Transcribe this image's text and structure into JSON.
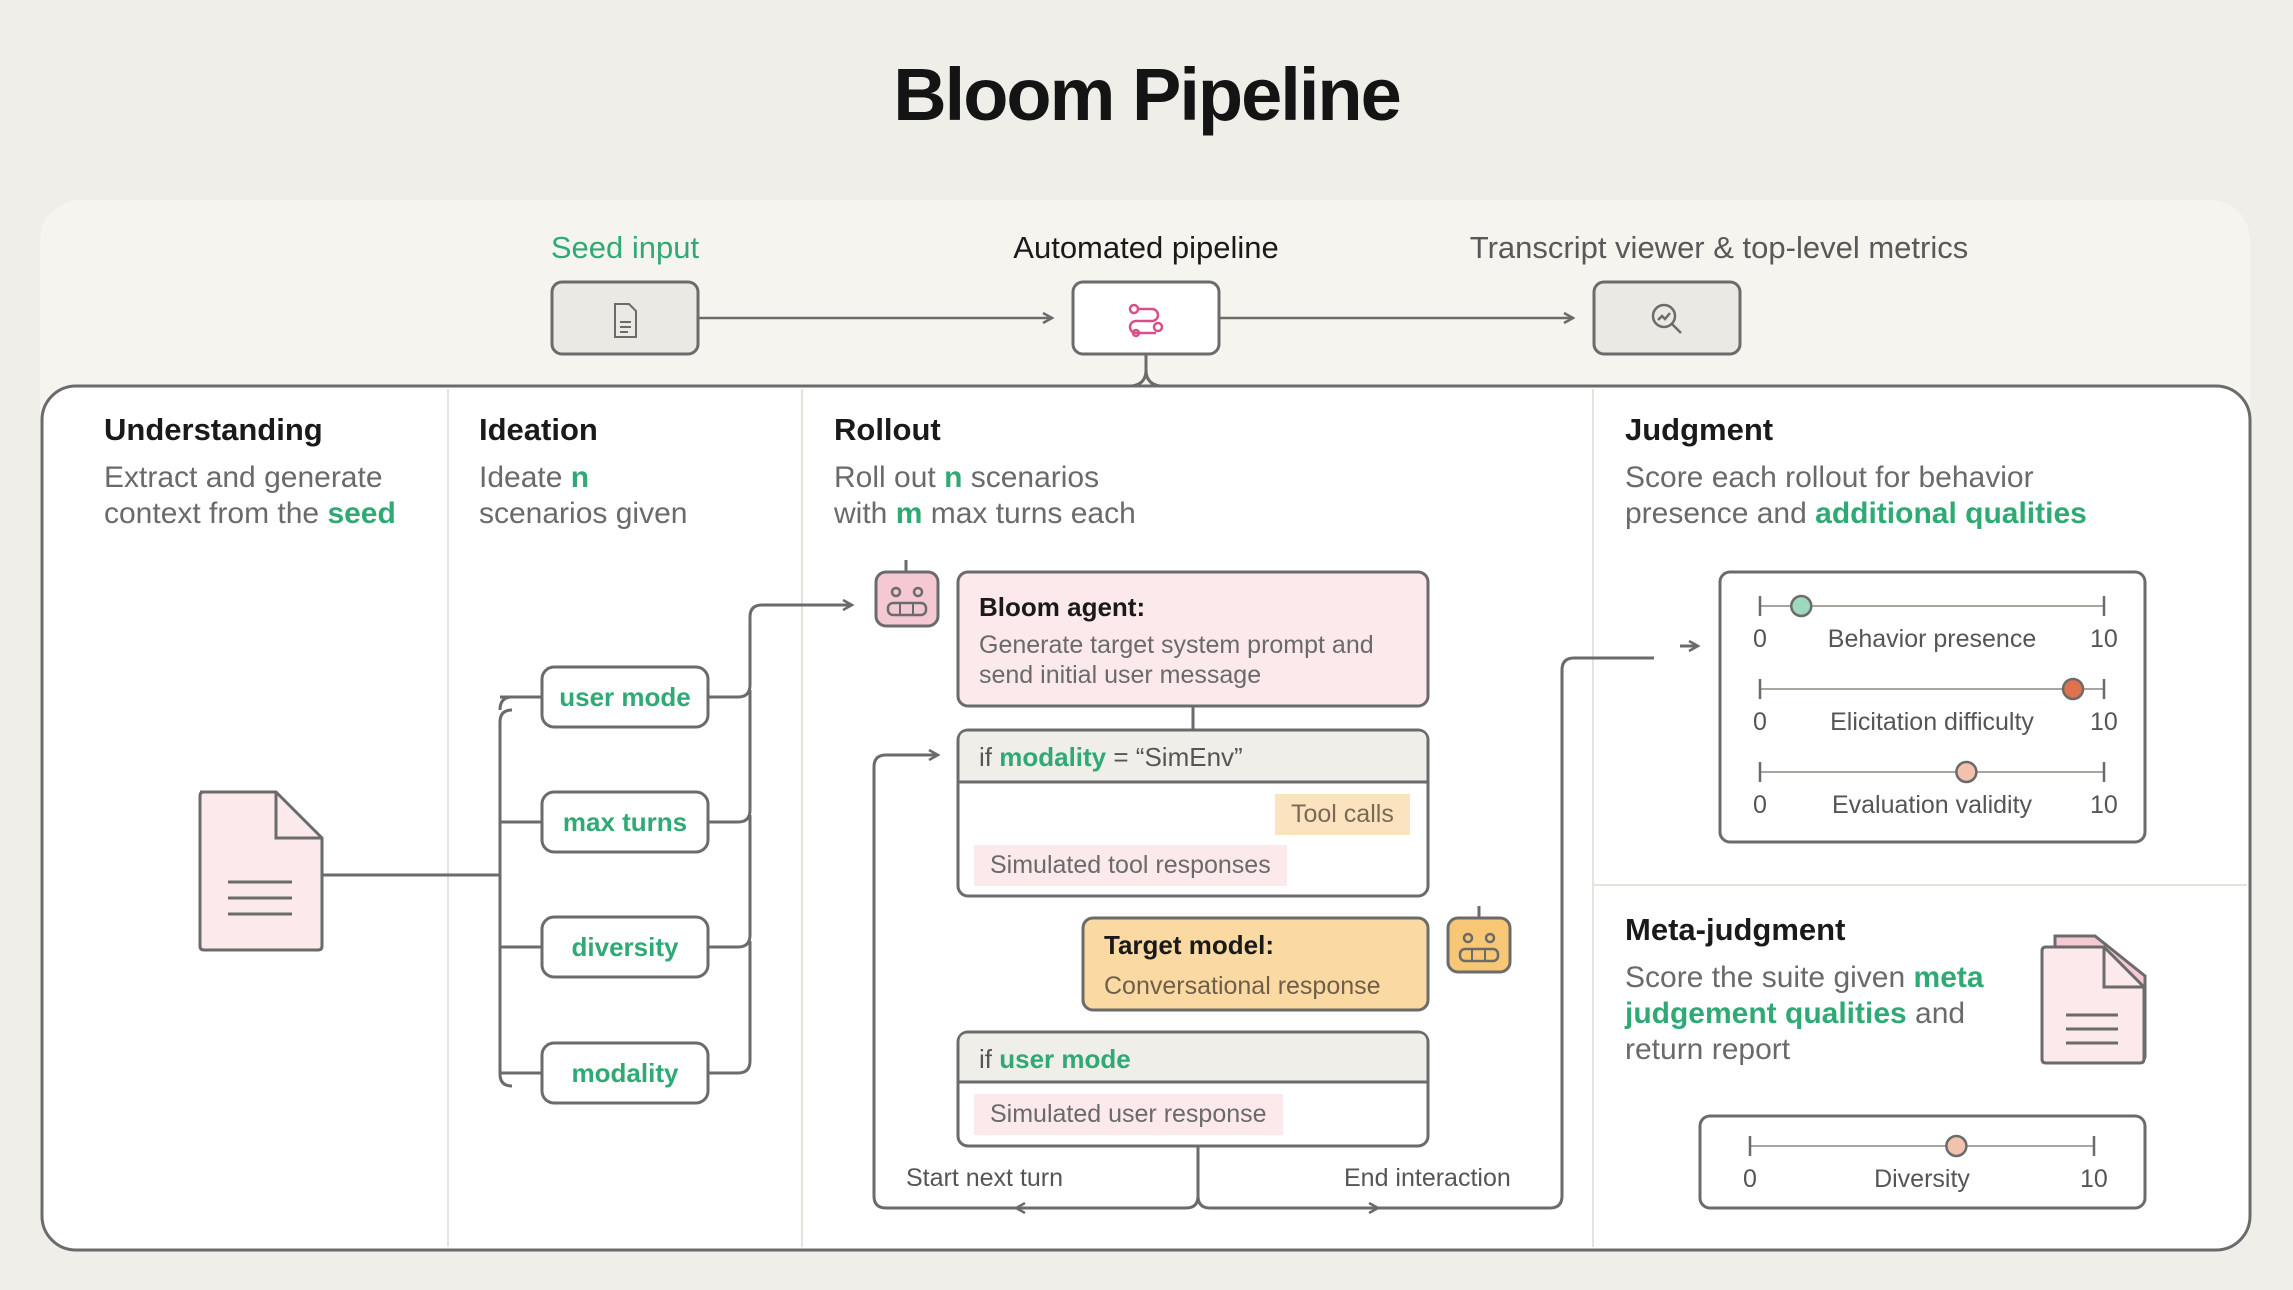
{
  "title": "Bloom Pipeline",
  "top": {
    "seed_input": "Seed input",
    "automated_pipeline": "Automated pipeline",
    "transcript_viewer": "Transcript viewer & top-level metrics"
  },
  "understanding": {
    "heading": "Understanding",
    "desc_pre": "Extract and generate context from the ",
    "desc_hl": "seed"
  },
  "ideation": {
    "heading": "Ideation",
    "desc_pre": "Ideate ",
    "desc_hl": "n",
    "desc_post": " scenarios given",
    "items": [
      "user mode",
      "max turns",
      "diversity",
      "modality"
    ]
  },
  "rollout": {
    "heading": "Rollout",
    "desc_1": "Roll out ",
    "desc_n": "n",
    "desc_2": " scenarios",
    "desc_3": "with ",
    "desc_m": "m",
    "desc_4": " max turns each",
    "agent_title": "Bloom agent:",
    "agent_text": "Generate target system prompt and send initial user message",
    "simenv_if": "if ",
    "simenv_hl": "modality",
    "simenv_rest": " = “SimEnv”",
    "tool_calls": "Tool calls",
    "sim_tool": "Simulated tool responses",
    "target_title": "Target model:",
    "target_text": "Conversational response",
    "user_if": "if ",
    "user_hl": "user mode",
    "sim_user": "Simulated user response",
    "start_next": "Start next turn",
    "end_interaction": "End interaction"
  },
  "judgment": {
    "heading": "Judgment",
    "desc_pre": "Score each rollout for behavior presence and ",
    "desc_hl": "additional qualities",
    "scales": [
      {
        "label": "Behavior presence",
        "min": "0",
        "max": "10",
        "value": 1.2,
        "color": "#9fd9bd"
      },
      {
        "label": "Elicitation difficulty",
        "min": "0",
        "max": "10",
        "value": 9.1,
        "color": "#e0734f"
      },
      {
        "label": "Evaluation validity",
        "min": "0",
        "max": "10",
        "value": 6.0,
        "color": "#f2c2ad"
      }
    ]
  },
  "meta": {
    "heading": "Meta-judgment",
    "desc_pre": "Score the suite given ",
    "desc_hl": "meta judgement qualities",
    "desc_post": " and return report",
    "scale": {
      "label": "Diversity",
      "min": "0",
      "max": "10",
      "value": 6.0,
      "color": "#f2c2ad"
    }
  },
  "colors": {
    "background": "#f0eee9",
    "accent_green": "#2faa74",
    "agent_pink": "#fbe9ec",
    "target_orange": "#fbd9a3",
    "line": "#6b6b6b"
  }
}
